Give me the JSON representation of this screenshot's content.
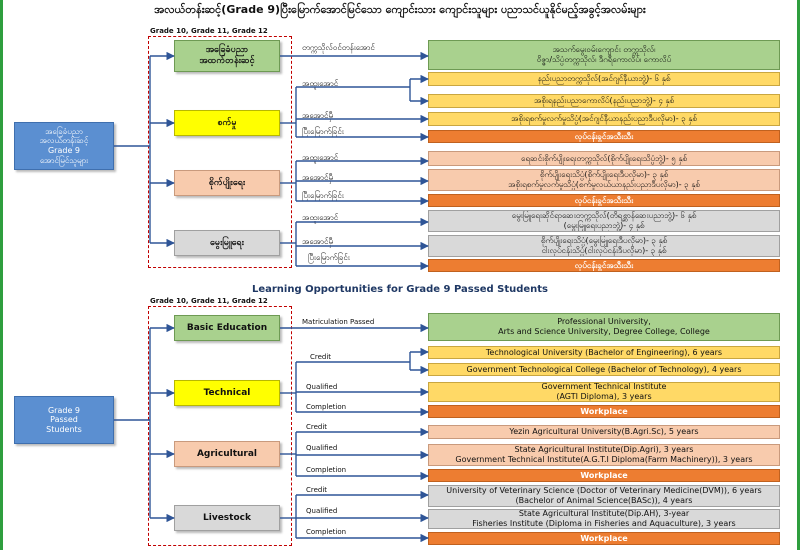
{
  "top": {
    "title": "အလယ်တန်းဆင့်(Grade 9)ပြီးမြောက်အောင်မြင်သော ကျောင်းသား ကျောင်းသူများ ပညာသင်ယူနိုင်မည့်အခွင့်အလမ်းများ",
    "grade_label": "Grade 10, Grade 11, Grade 12",
    "source": "အခြေခံပညာ\nအလယ်တန်းဆင့်\nGrade 9\nအောင်မြင်သူများ",
    "categories": [
      {
        "label": "အခြေခံပညာ\nအထက်တန်းဆင့်",
        "color": "green"
      },
      {
        "label": "စက်မှု",
        "color": "yellow"
      },
      {
        "label": "စိုက်ပျိုးရေး",
        "color": "peach"
      },
      {
        "label": "မွေးမြူရေး",
        "color": "gray"
      }
    ],
    "branch_labels": {
      "matric": "တက္ကသိုလ်ဝင်တန်းအောင်",
      "credit": "အထူးအောင်",
      "qualified": "အအောင်မှီ",
      "completion": "ပြီးမြောက်ခြင်း"
    },
    "destinations": {
      "basic": "အသက်မွေးဝမ်းကျောင်း တက္ကသိုလ်၊\nဝိဇ္ဇာ/သိပ္ပံတက္ကသိုလ်၊ ဒီဂရီကောလိပ်၊ ကောလိပ်",
      "tech_credit_1": "နည်းပညာတက္ကသိုလ်(အင်ဂျင်နီယာဘွဲ့)- ၆ နှစ်",
      "tech_credit_2": "အစိုးရနည်းပညာကောလိပ်(နည်းပညာဘွဲ့)- ၄ နှစ်",
      "tech_qualified": "အစိုးရစက်မှုလက်မှုသိပ္ပံ(အင်ဂျင်နီယာနည်းပညာဒီပလိုမာ)- ၃ နှစ်",
      "tech_work": "လုပ်ငန်းခွင်အသီးသီး",
      "agri_credit": "ရေဆင်းစိုက်ပျိုးရေးတက္ကသိုလ်(စိုက်ပျိုးရေးသိပ္ပံဘွဲ့)- ၅ နှစ်",
      "agri_qualified": "စိုက်ပျိုးရေးသိပ္ပံ(စိုက်ပျိုးရေးဒီပလိုမာ)- ၃ နှစ်\nအစိုးရစက်မှုလက်မှုသိပ္ပံ(စက်မှုလယ်ယာနည်းပညာဒီပလိုမာ)- ၃ နှစ်",
      "agri_work": "လုပ်ငန်းခွင်အသီးသီး",
      "live_credit": "မွေးမြူရေးဆိုင်ရာဆေးတက္ကသိုလ်(တိရစ္ဆာန်ဆေးပညာဘွဲ့)- ၆ နှစ်\n(မွေးမြူရေးပညာဘွဲ့)- ၄ နှစ်",
      "live_qualified": "စိုက်ပျိုးရေးသိပ္ပံ(မွေးမြူရေးဒီပလိုမာ)- ၃ နှစ်\nငါးလုပ်ငန်းသိပ္ပံ(ငါးလုပ်ငန်းဒီပလိုမာ)- ၃ နှစ်",
      "live_work": "လုပ်ငန်းခွင်အသီးသီး"
    }
  },
  "bottom": {
    "title": "Learning Opportunities for Grade 9 Passed Students",
    "grade_label": "Grade 10, Grade 11, Grade 12",
    "source": "Grade 9\nPassed\nStudents",
    "categories": [
      {
        "label": "Basic Education",
        "color": "green"
      },
      {
        "label": "Technical",
        "color": "yellow"
      },
      {
        "label": "Agricultural",
        "color": "peach"
      },
      {
        "label": "Livestock",
        "color": "gray"
      }
    ],
    "branch_labels": {
      "matric": "Matriculation Passed",
      "credit": "Credit",
      "qualified": "Qualified",
      "completion": "Completion"
    },
    "destinations": {
      "basic": "Professional University,\nArts and Science University, Degree College, College",
      "tech_credit_1": "Technological University (Bachelor of Engineering), 6 years",
      "tech_credit_2": "Government Technological College (Bachelor of Technology), 4 years",
      "tech_qualified": "Government Technical Institute\n(AGTI Diploma), 3 years",
      "tech_work": "Workplace",
      "agri_credit": "Yezin Agricultural University(B.Agri.Sc), 5 years",
      "agri_qualified": "State Agricultural Institute(Dip.Agri), 3 years\nGovernment Technical Institute(A.G.T.I Diploma(Farm Machinery)), 3 years",
      "agri_work": "Workplace",
      "live_credit": "University of Veterinary Science (Doctor of Veterinary Medicine(DVM)), 6 years\n(Bachelor of Animal Science(BASc)), 4 years",
      "live_qualified": "State Agricultural Institute(Dip.AH), 3-year\nFisheries Institute (Diploma in Fisheries and Aquaculture), 3 years",
      "live_work": "Workplace"
    }
  },
  "colors": {
    "source_blue": "#5b8fd1",
    "basic_green": "#a9d18e",
    "technical_yellow": "#ffff00",
    "credit_gold": "#ffd966",
    "agricultural_peach": "#f8cbad",
    "livestock_gray": "#d9d9d9",
    "workplace_orange": "#ed7d31",
    "dashed_red": "#c00000",
    "connector_blue": "#2f5597",
    "title_blue": "#1f3864",
    "frame_green": "#2e9e3e"
  }
}
